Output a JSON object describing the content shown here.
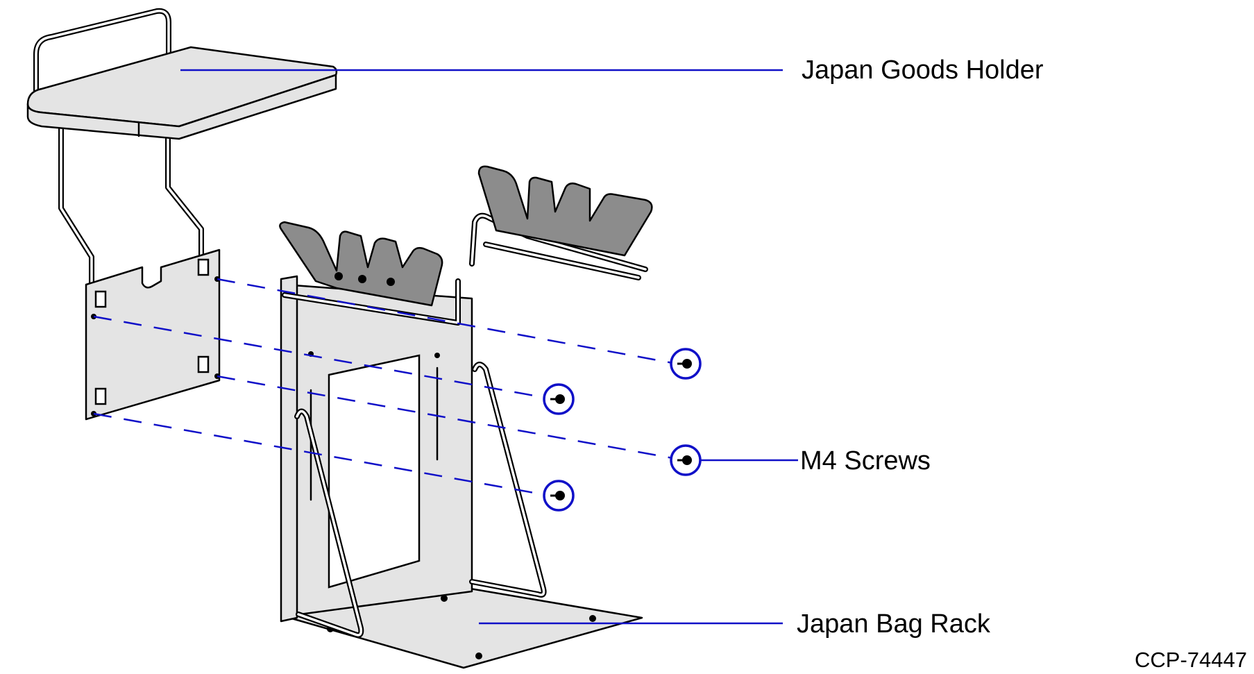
{
  "diagram": {
    "labels": {
      "goods_holder": "Japan Goods Holder",
      "screws": "M4 Screws",
      "bag_rack": "Japan Bag Rack"
    },
    "figure_code": "CCP-74447",
    "colors": {
      "leader": "#1010c8",
      "plate_fill": "#e4e4e4",
      "grip_fill": "#8c8c8c",
      "outline": "#000000"
    }
  }
}
